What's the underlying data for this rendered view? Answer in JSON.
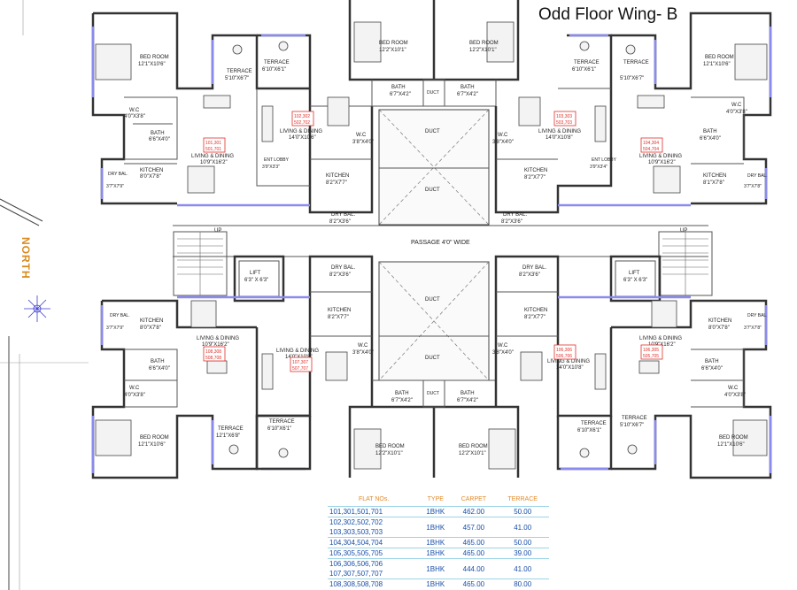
{
  "title": "Odd Floor Wing- B",
  "north_label": "NORTH",
  "passage_label": "PASSAGE 4'0\" WIDE",
  "rooms": {
    "bedroom": "BED ROOM",
    "bedroom_corner": "12'1\"X10'6\"",
    "bedroom_top_center": "12'2\"X10'1\"",
    "bedroom_bottom_left": "12'1\"X10'6\"",
    "terrace": "TERRACE",
    "terrace_a": "5'10\"X6'7\"",
    "terrace_b": "6'10\"X6'1\"",
    "terrace_c": "12'1\"X6'8\"",
    "wc": "W.C",
    "wc_corner": "4'0\"X3'8\"",
    "wc_inner": "3'8\"X4'0\"",
    "bath": "BATH",
    "bath_corner": "6'6\"X4'0\"",
    "bath_center": "6'7\"X4'2\"",
    "living": "LIVING & DINING",
    "living_corner": "10'9\"X16'2\"",
    "living_inner": "14'0\"X10'6\"",
    "living_inner_b": "14'0\"X10'8\"",
    "living_bottom": "14'0\"X10'8\"",
    "kitchen": "KITCHEN",
    "kitchen_corner": "8'0\"X7'8\"",
    "kitchen_corner_r": "8'1\"X7'8\"",
    "kitchen_inner": "8'2\"X7'7\"",
    "drybal": "DRY BAL.",
    "drybal_corner": "3'7\"X7'9\"",
    "drybal_corner_r": "3'7\"X7'8\"",
    "drybal_inner": "8'2\"X3'6\"",
    "ent_lobby": "ENT LOBBY",
    "ent_lobby_dim": "3'9\"X3'3\"",
    "ent_lobby_dim_r": "3'9\"X3'4\"",
    "duct": "DUCT",
    "lift": "LIFT",
    "lift_dim": "6'3\" X 6'3\"",
    "up": "UP"
  },
  "flat_tags": {
    "tl_outer": [
      "101,301",
      "501,701"
    ],
    "tl_inner": [
      "102,302",
      "502,702"
    ],
    "tr_inner": [
      "103,303",
      "503,703"
    ],
    "tr_outer": [
      "104,304",
      "504,704"
    ],
    "bl_outer": [
      "108,308",
      "508,708"
    ],
    "bl_inner": [
      "107,307",
      "507,707"
    ],
    "br_inner": [
      "106,306",
      "506,706"
    ],
    "br_outer": [
      "106,305",
      "505,705"
    ]
  },
  "table": {
    "headers": [
      "FLAT NOs.",
      "TYPE",
      "CARPET",
      "TERRACE"
    ],
    "rows": [
      {
        "flats": [
          "101,301,501,701"
        ],
        "type": "1BHK",
        "carpet": "462.00",
        "terrace": "50.00"
      },
      {
        "flats": [
          "102,302,502,702",
          "103,303,503,703"
        ],
        "type": "1BHK",
        "carpet": "457.00",
        "terrace": "41.00"
      },
      {
        "flats": [
          "104,304,504,704"
        ],
        "type": "1BHK",
        "carpet": "465.00",
        "terrace": "50.00"
      },
      {
        "flats": [
          "105,305,505,705"
        ],
        "type": "1BHK",
        "carpet": "465.00",
        "terrace": "39.00"
      },
      {
        "flats": [
          "106,306,506,706",
          "107,307,507,707"
        ],
        "type": "1BHK",
        "carpet": "444.00",
        "terrace": "41.00"
      },
      {
        "flats": [
          "108,308,508,708"
        ],
        "type": "1BHK",
        "carpet": "465.00",
        "terrace": "80.00"
      }
    ]
  }
}
